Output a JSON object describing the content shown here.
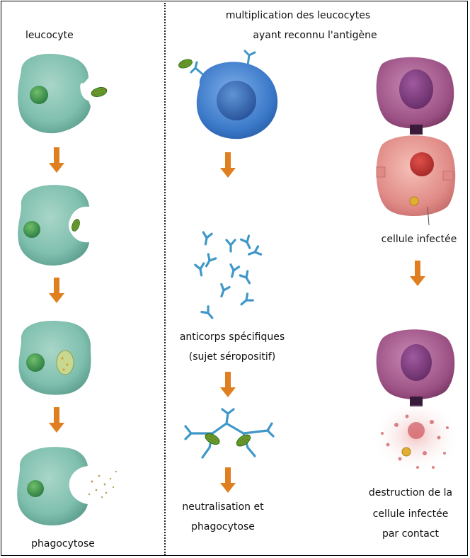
{
  "labels": {
    "leucocyte": "leucocyte",
    "multiplication_line1": "multiplication des leucocytes",
    "multiplication_line2": "ayant reconnu l'antigène",
    "cellule_infectee": "cellule infectée",
    "anticorps_line1": "anticorps spécifiques",
    "anticorps_line2": "(sujet séropositif)",
    "neutralisation_line1": "neutralisation et",
    "neutralisation_line2": "phagocytose",
    "phagocytose": "phagocytose",
    "destruction_line1": "destruction de la",
    "destruction_line2": "cellule infectée",
    "destruction_line3": "par contact"
  },
  "colors": {
    "arrow": "#e07f1f",
    "phagocyte_body": "#7fbfae",
    "phagocyte_nucleus": "#3f8f55",
    "lymphocyte_body": "#3a78c8",
    "lymphocyte_nucleus": "#2f5fa8",
    "killer_cell": "#9a4f82",
    "infected_cell": "#e08a86",
    "antibody": "#3f97c8",
    "pathogen": "#5aa02a"
  }
}
